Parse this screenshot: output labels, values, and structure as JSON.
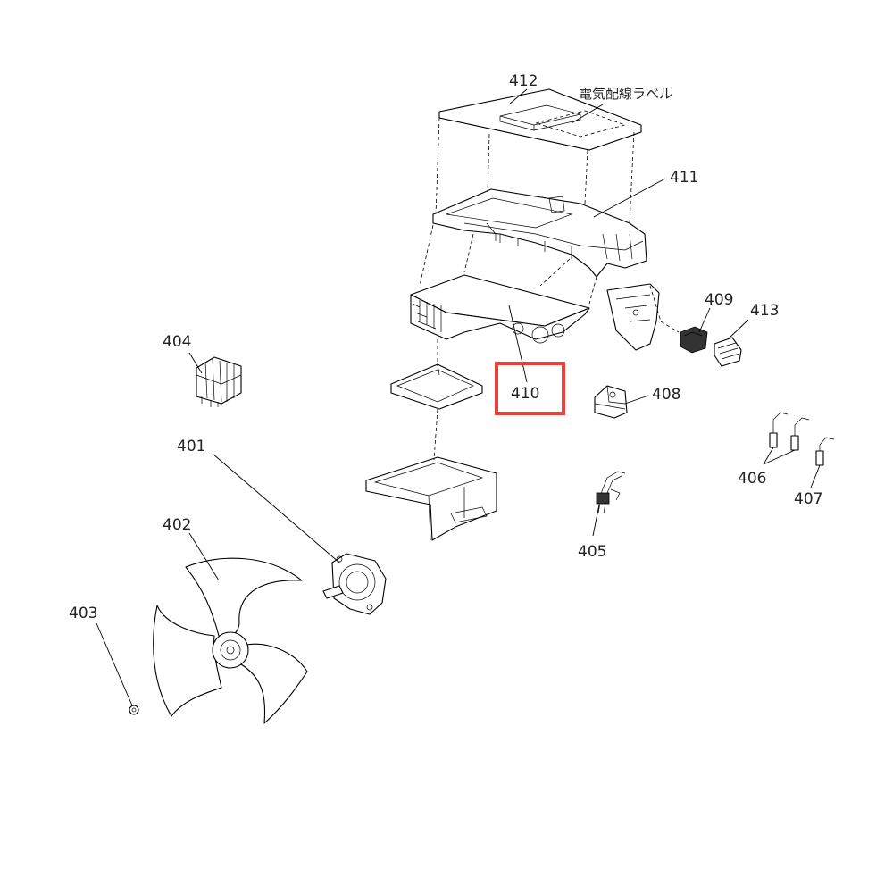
{
  "callouts": {
    "c401": "401",
    "c402": "402",
    "c403": "403",
    "c404": "404",
    "c405": "405",
    "c406": "406",
    "c407": "407",
    "c408": "408",
    "c409": "409",
    "c410": "410",
    "c411": "411",
    "c412": "412",
    "c413": "413"
  },
  "wiring_label": "電気配線ラベル",
  "highlight": {
    "target": "410",
    "color": "#e8413c"
  }
}
